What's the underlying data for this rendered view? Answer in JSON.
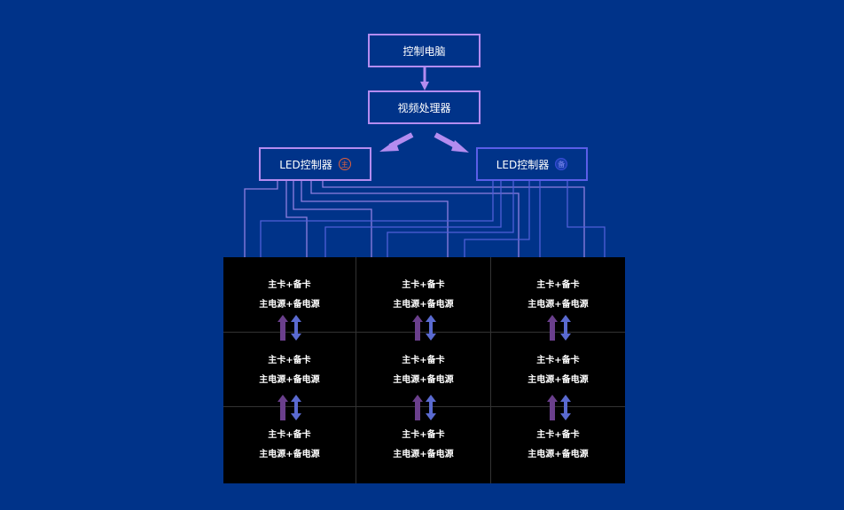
{
  "nodes": {
    "pc": {
      "label": "控制电脑"
    },
    "processor": {
      "label": "视频处理器"
    },
    "controller_main": {
      "label": "LED控制器",
      "badge": "主",
      "badge_color": "#e0603c"
    },
    "controller_backup": {
      "label": "LED控制器",
      "badge": "备",
      "badge_color": "#3a4ed8"
    }
  },
  "colors": {
    "background": "#003389",
    "main_line": "#8f7fe0",
    "backup_line": "#4f5fd8",
    "main_arrow": "#6a3f8c",
    "backup_arrow": "#5a6ad0",
    "box_border": "#b48cf0"
  },
  "cells": [
    {
      "card": "主卡+备卡",
      "power": "主电源+备电源"
    },
    {
      "card": "主卡+备卡",
      "power": "主电源+备电源"
    },
    {
      "card": "主卡+备卡",
      "power": "主电源+备电源"
    },
    {
      "card": "主卡+备卡",
      "power": "主电源+备电源"
    },
    {
      "card": "主卡+备卡",
      "power": "主电源+备电源"
    },
    {
      "card": "主卡+备卡",
      "power": "主电源+备电源"
    },
    {
      "card": "主卡+备卡",
      "power": "主电源+备电源"
    },
    {
      "card": "主卡+备卡",
      "power": "主电源+备电源"
    },
    {
      "card": "主卡+备卡",
      "power": "主电源+备电源"
    }
  ]
}
